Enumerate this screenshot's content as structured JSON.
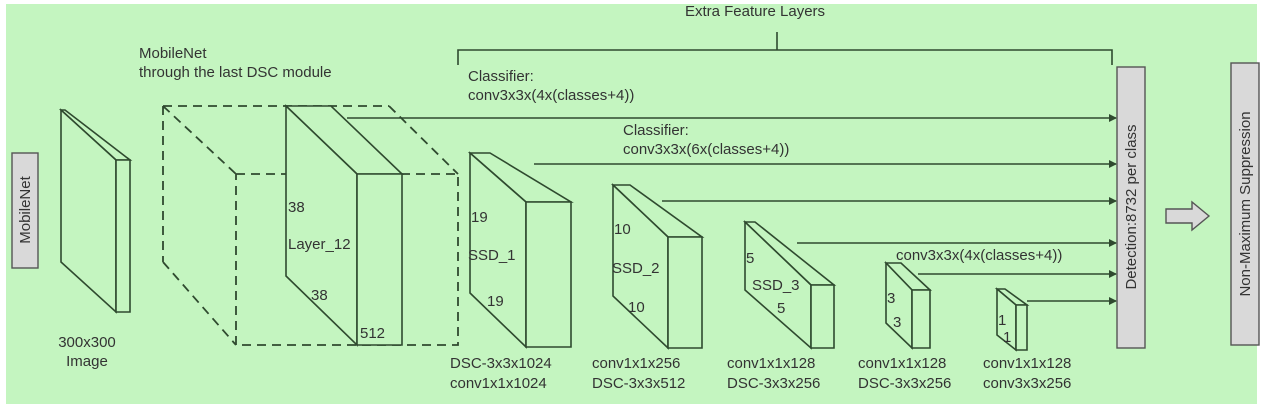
{
  "colors": {
    "background": "#c4f5c0",
    "box": "#d9d9d9",
    "line": "#2f4a2f"
  },
  "labels": {
    "mobilenet_box": "MobileNet",
    "image_size": "300x300",
    "image": "Image",
    "mobilenet_title_1": "MobileNet",
    "mobilenet_title_2": "through the last DSC module",
    "extra_feature_layers": "Extra Feature Layers",
    "classifier_1_title": "Classifier:",
    "classifier_1_op": "conv3x3x(4x(classes+4))",
    "classifier_2_title": "Classifier:",
    "classifier_2_op": "conv3x3x(6x(classes+4))",
    "classifier_3_op": "conv3x3x(4x(classes+4))",
    "detection": "Detection:8732 per class",
    "nms": "Non-Maximum Suppression"
  },
  "layers": [
    {
      "name": "Layer_12",
      "h": "38",
      "w": "38",
      "c": "512"
    },
    {
      "name": "SSD_1",
      "h": "19",
      "w": "19",
      "op1": "DSC-3x3x1024",
      "op2": "conv1x1x1024"
    },
    {
      "name": "SSD_2",
      "h": "10",
      "w": "10",
      "op1": "conv1x1x256",
      "op2": "DSC-3x3x512"
    },
    {
      "name": "SSD_3",
      "h": "5",
      "w": "5",
      "op1": "conv1x1x128",
      "op2": "DSC-3x3x256"
    },
    {
      "h": "3",
      "w": "3",
      "op1": "conv1x1x128",
      "op2": "DSC-3x3x256"
    },
    {
      "h": "1",
      "w": "1",
      "op1": "conv1x1x128",
      "op2": "conv3x3x256"
    }
  ]
}
